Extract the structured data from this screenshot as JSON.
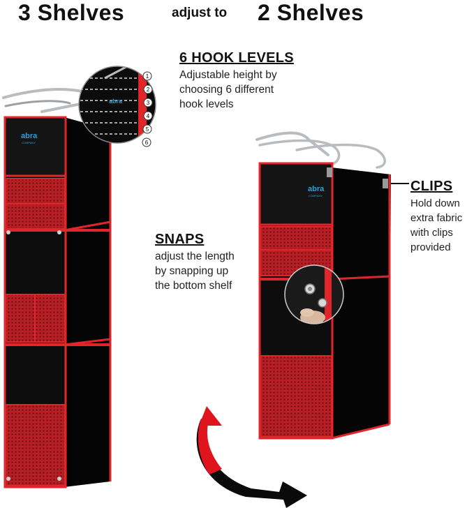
{
  "header": {
    "left": "3 Shelves",
    "middle": "adjust to",
    "right": "2 Shelves"
  },
  "hook_levels": {
    "title": "6 HOOK LEVELS",
    "lines": [
      "Adjustable height by",
      "choosing 6 different",
      "hook levels"
    ],
    "numbers": [
      "1",
      "2",
      "3",
      "4",
      "5",
      "6"
    ]
  },
  "snaps": {
    "title": "SNAPS",
    "lines": [
      "adjust the length",
      "by snapping up",
      "the bottom shelf"
    ]
  },
  "clips": {
    "title": "CLIPS",
    "lines": [
      "Hold down",
      "extra fabric",
      "with clips",
      "provided"
    ]
  },
  "brand": {
    "logo_text": "abra",
    "sub_text": "COMPANY"
  },
  "colors": {
    "fabric": "#0d0d0d",
    "trim": "#e0262b",
    "mesh": "#c8242a",
    "hanger": "#b9bcbf",
    "logo": "#2a9fd8",
    "arrow_red": "#e0141c"
  }
}
